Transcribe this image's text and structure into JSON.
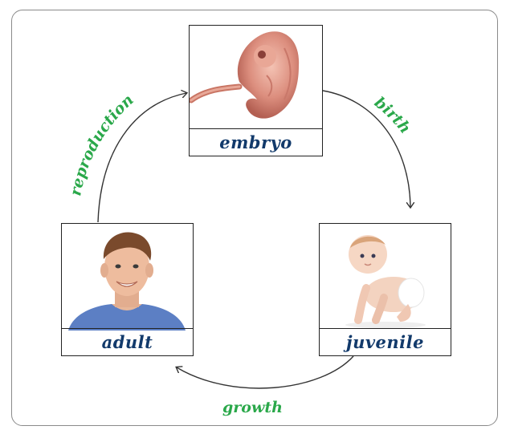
{
  "stages": {
    "embryo": "embryo",
    "juvenile": "juvenile",
    "adult": "adult"
  },
  "transitions": {
    "birth": "birth",
    "growth": "growth",
    "reproduction": "reproduction"
  },
  "colors": {
    "stage_label": "#123a6b",
    "transition_label": "#2aa84a",
    "arrow": "#333333",
    "border": "#222222"
  },
  "icons": {
    "embryo": "embryo-image",
    "juvenile": "baby-image",
    "adult": "man-image"
  }
}
